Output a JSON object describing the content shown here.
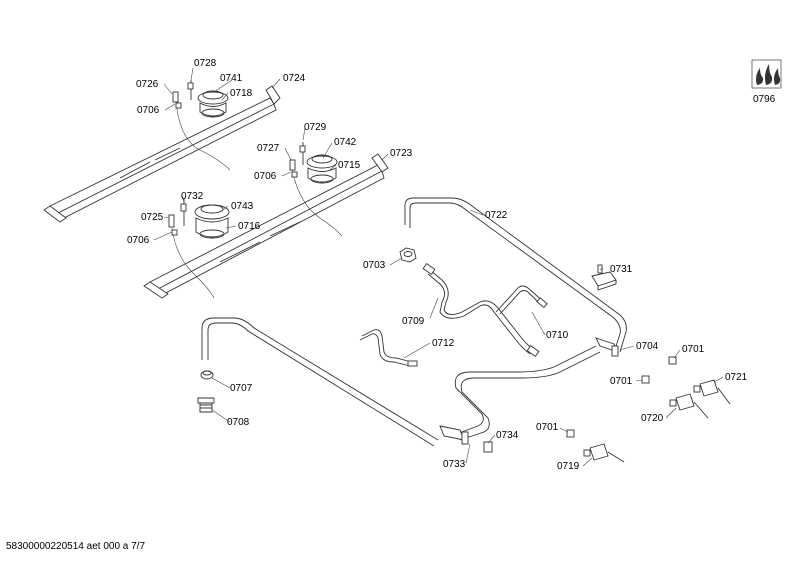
{
  "labels": {
    "p0728": "0728",
    "p0741": "0741",
    "p0724": "0724",
    "p0726": "0726",
    "p0718": "0718",
    "p0706a": "0706",
    "p0729": "0729",
    "p0742": "0742",
    "p0727": "0727",
    "p0715": "0715",
    "p0723": "0723",
    "p0706b": "0706",
    "p0732": "0732",
    "p0743": "0743",
    "p0725": "0725",
    "p0716": "0716",
    "p0706c": "0706",
    "p0722": "0722",
    "p0703": "0703",
    "p0731": "0731",
    "p0709": "0709",
    "p0710": "0710",
    "p0712": "0712",
    "p0704": "0704",
    "p0701a": "0701",
    "p0701b": "0701",
    "p0721": "0721",
    "p0720": "0720",
    "p0707": "0707",
    "p0708": "0708",
    "p0701c": "0701",
    "p0734": "0734",
    "p0733": "0733",
    "p0719": "0719",
    "p0796": "0796"
  },
  "footer": {
    "text": "58300000220514 aet 000 a 7/7"
  }
}
